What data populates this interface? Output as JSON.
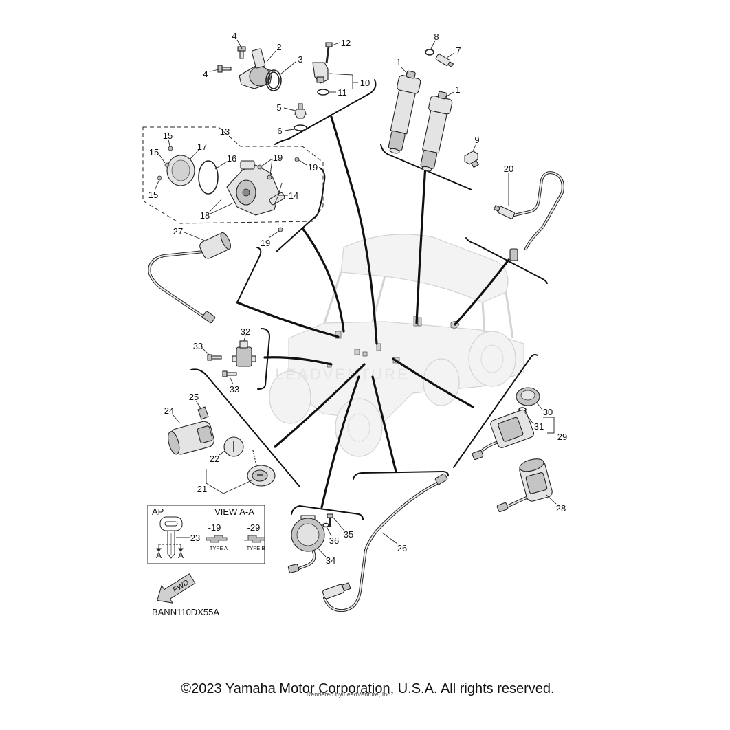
{
  "callouts": [
    "4",
    "4",
    "2",
    "3",
    "12",
    "10",
    "11",
    "5",
    "6",
    "8",
    "7",
    "1",
    "1",
    "9",
    "13",
    "15",
    "17",
    "15",
    "16",
    "19",
    "19",
    "15",
    "14",
    "18",
    "19",
    "20",
    "27",
    "32",
    "33",
    "33",
    "25",
    "24",
    "30",
    "31",
    "29",
    "22",
    "21",
    "28",
    "35",
    "36",
    "34",
    "26"
  ],
  "inset": {
    "model": "AP",
    "view": "VIEW A-A",
    "part": "23",
    "section_left": "A",
    "section_right": "A",
    "type_a_code": "-19",
    "type_b_code": "-29",
    "type_a": "TYPE A",
    "type_b": "TYPE B"
  },
  "fwd_label": "FWD",
  "diagram_code": "BANN110DX55A",
  "copyright": "©2023 Yamaha Motor Corporation, U.S.A. All rights reserved.",
  "rendered_by": "Rendered by LeadVenture, Inc.",
  "watermark": "LEADVENTURE"
}
